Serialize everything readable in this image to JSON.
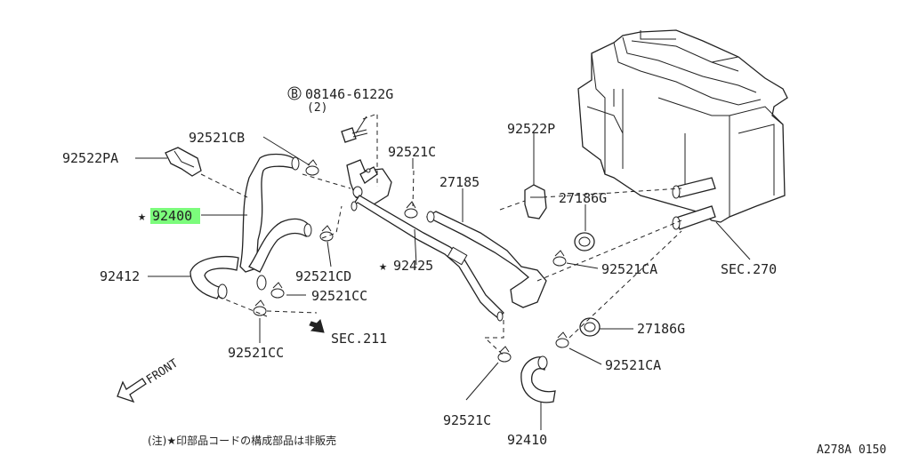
{
  "labels": {
    "bolt_code": "08146-6122G",
    "bolt_qty": "(2)",
    "bolt_prefix": "B",
    "p92521CB": "92521CB",
    "p92522PA": "92522PA",
    "p92400": "92400",
    "p92412": "92412",
    "p92521C_top": "92521C",
    "p92521CD": "92521CD",
    "p92521CC_right": "92521CC",
    "p92521CC_bottom": "92521CC",
    "sec211": "SEC.211",
    "p92425": "92425",
    "p27185": "27185",
    "p92522P": "92522P",
    "p27186G_top": "27186G",
    "p92521CA_top": "92521CA",
    "sec270": "SEC.270",
    "p27186G_bottom": "27186G",
    "p92521CA_bottom": "92521CA",
    "p92521C_bottom": "92521C",
    "p92410": "92410",
    "front": "FRONT",
    "star": "★",
    "footnote": "(注)★印部品コードの構成部品は非販売",
    "diagram_code": "A278A 0150"
  },
  "colors": {
    "highlight": "#7CFC7C",
    "ink": "#222222"
  }
}
